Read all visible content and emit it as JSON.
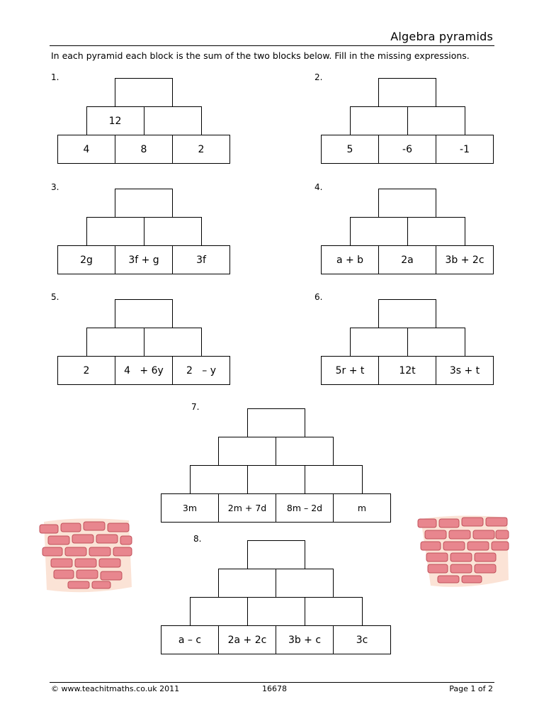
{
  "header": {
    "title": "Algebra pyramids"
  },
  "instructions": "In each pyramid each block is the sum of the two blocks below.  Fill in the missing expressions.",
  "pyramids": [
    {
      "number": "1.",
      "rows": [
        [
          "4",
          "8",
          "2"
        ],
        [
          "12",
          ""
        ],
        [
          ""
        ]
      ]
    },
    {
      "number": "2.",
      "rows": [
        [
          "5",
          "-6",
          "-1"
        ],
        [
          "",
          ""
        ],
        [
          ""
        ]
      ]
    },
    {
      "number": "3.",
      "rows": [
        [
          "2g",
          "3f + g",
          "3f"
        ],
        [
          "",
          ""
        ],
        [
          ""
        ]
      ]
    },
    {
      "number": "4.",
      "rows": [
        [
          "a + b",
          "2a",
          "3b + 2c"
        ],
        [
          "",
          ""
        ],
        [
          ""
        ]
      ]
    },
    {
      "number": "5.",
      "rows": [
        [
          "2",
          "4   + 6y",
          "2   – y"
        ],
        [
          "",
          ""
        ],
        [
          ""
        ]
      ]
    },
    {
      "number": "6.",
      "rows": [
        [
          "5r + t",
          "12t",
          "3s + t"
        ],
        [
          "",
          ""
        ],
        [
          ""
        ]
      ]
    },
    {
      "number": "7.",
      "rows": [
        [
          "3m",
          "2m + 7d",
          "8m – 2d",
          "m"
        ],
        [
          "",
          "",
          ""
        ],
        [
          "",
          ""
        ],
        [
          ""
        ]
      ]
    },
    {
      "number": "8.",
      "rows": [
        [
          "a – c",
          "2a + 2c",
          "3b + c",
          "3c"
        ],
        [
          "",
          "",
          ""
        ],
        [
          "",
          ""
        ],
        [
          ""
        ]
      ]
    }
  ],
  "decorations": {
    "left": "brick-wall-clipart",
    "right": "brick-wall-clipart",
    "brick_color": "#e8868e",
    "mortar_color": "#fbe3d6"
  },
  "footer": {
    "copyright": "© www.teachitmaths.co.uk 2011",
    "code": "16678",
    "page": "Page 1 of 2"
  }
}
